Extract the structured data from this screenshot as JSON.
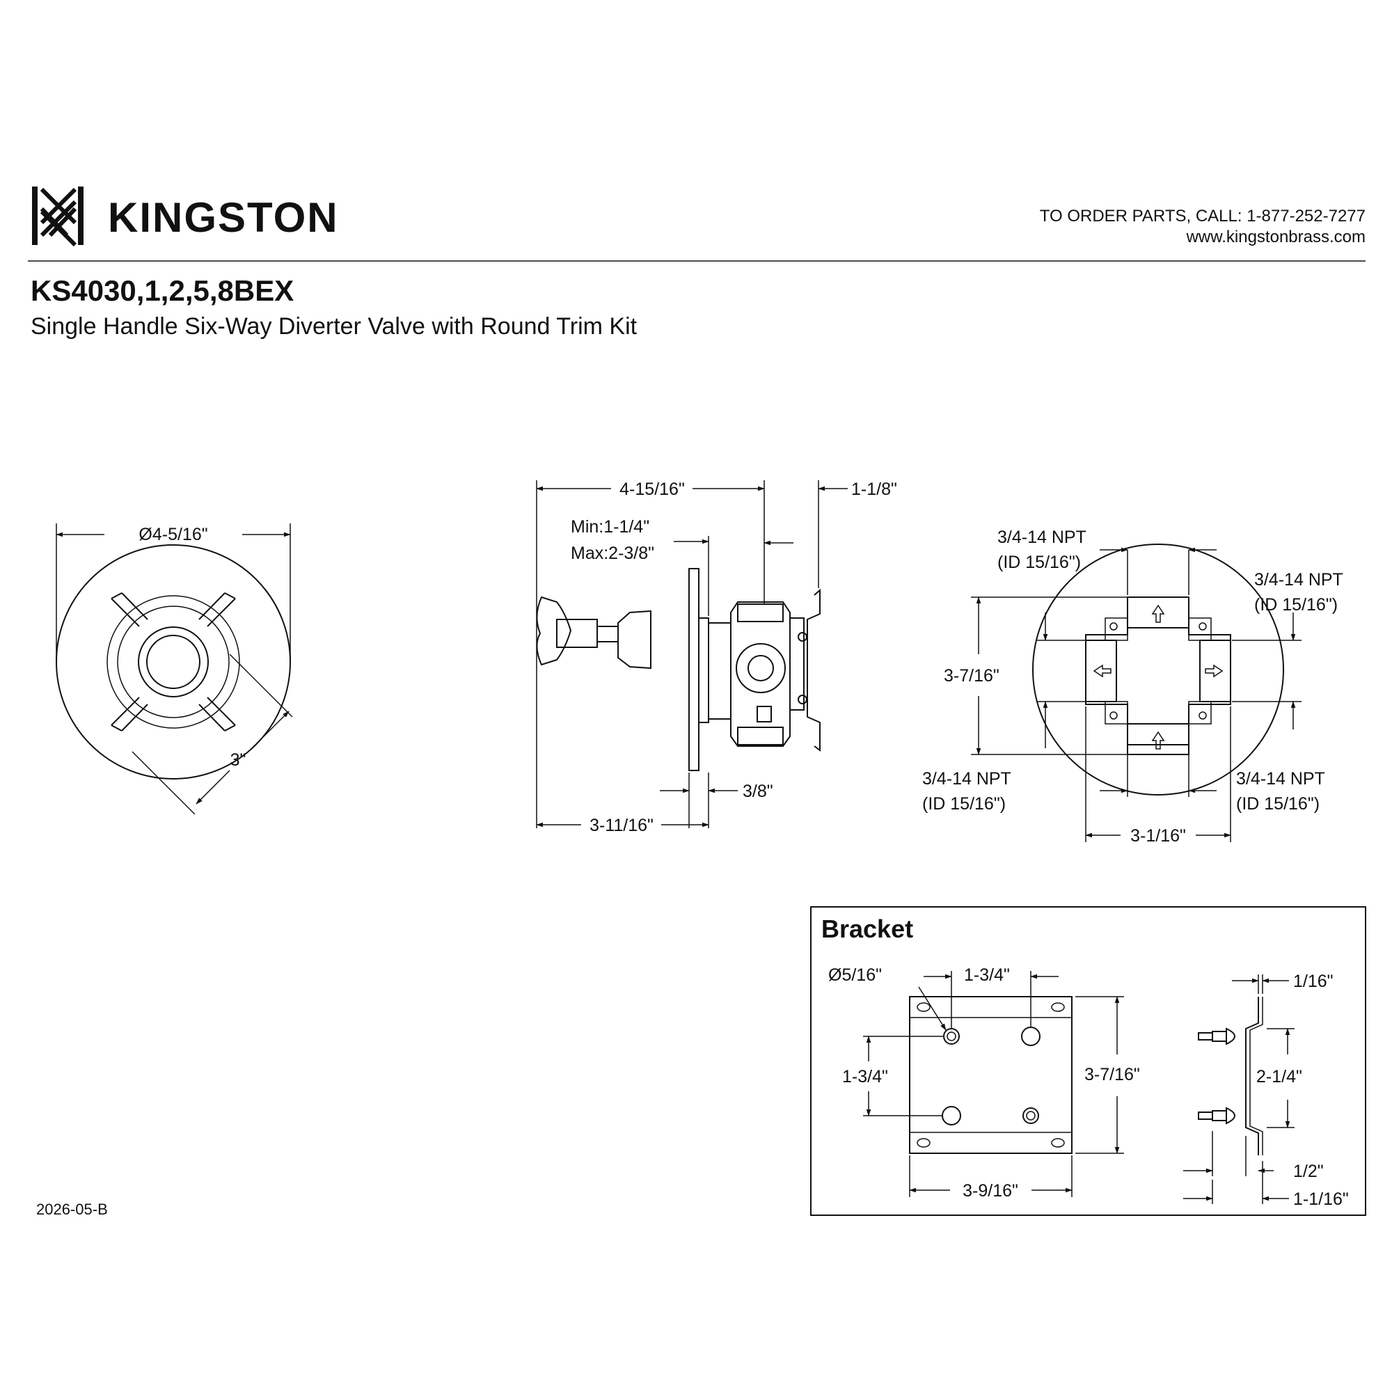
{
  "header": {
    "brand": "KINGSTON",
    "order_line": "TO ORDER PARTS, CALL: 1-877-252-7277",
    "website": "www.kingstonbrass.com"
  },
  "title": {
    "model": "KS4030,1,2,5,8BEX",
    "description": "Single Handle Six-Way Diverter Valve with Round Trim Kit"
  },
  "front_view": {
    "diameter": "Ø4-5/16\"",
    "handle": "3\""
  },
  "side_view": {
    "overall_depth": "4-15/16\"",
    "bracket_offset": "1-1/8\"",
    "min": "Min:1-1/4\"",
    "max": "Max:2-3/8\"",
    "plate": "3/8\"",
    "depth": "3-11/16\""
  },
  "port_view": {
    "top_port": "3/4-14 NPT",
    "top_port_id": "(ID 15/16\")",
    "right_port": "3/4-14 NPT",
    "right_port_id": "(ID 15/16\")",
    "height": "3-7/16\"",
    "bottom_left_port": "3/4-14 NPT",
    "bottom_left_port_id": "(ID 15/16\")",
    "bottom_right_port": "3/4-14 NPT",
    "bottom_right_port_id": "(ID 15/16\")",
    "width": "3-1/16\""
  },
  "bracket": {
    "heading": "Bracket",
    "hole_dia": "Ø5/16\"",
    "hole_spacing_h": "1-3/4\"",
    "hole_spacing_v": "1-3/4\"",
    "height": "3-7/16\"",
    "width": "3-9/16\"",
    "thickness": "1/16\"",
    "stud_spacing": "2-1/4\"",
    "offset": "1/2\"",
    "depth": "1-1/16\""
  },
  "footer": {
    "doc_code": "2026-05-B"
  }
}
